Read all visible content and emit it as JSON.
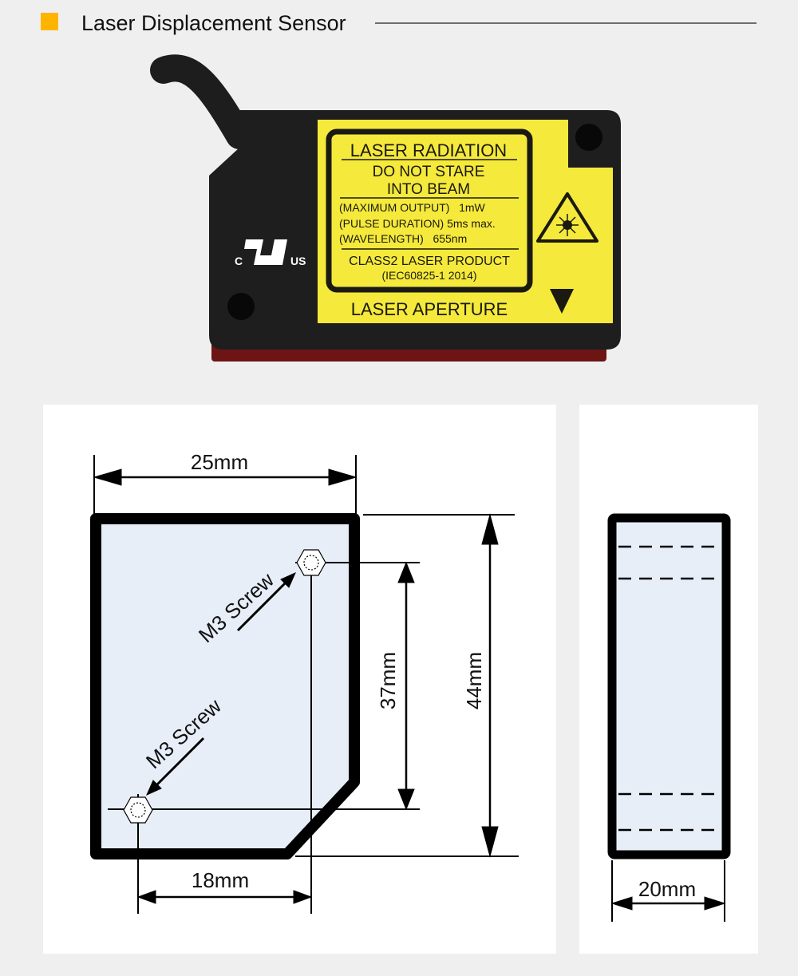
{
  "header": {
    "title": "Laser Displacement Sensor",
    "accent_color": "#ffb400"
  },
  "sensor_label": {
    "heading": "LASER RADIATION",
    "warning_line1": "DO NOT STARE",
    "warning_line2": "INTO BEAM",
    "spec1": "(MAXIMUM OUTPUT)   1mW",
    "spec2": "(PULSE DURATION) 5ms max.",
    "spec3": "(WAVELENGTH)   655nm",
    "class": "CLASS2 LASER PRODUCT",
    "standard": "(IEC60825-1 2014)",
    "aperture": "LASER APERTURE",
    "cert_c": "C",
    "cert_us": "US",
    "label_color": "#f5e93c"
  },
  "front_view": {
    "width": "25mm",
    "height": "44mm",
    "hole_spacing_v": "37mm",
    "hole_spacing_h": "18mm",
    "screw_label_top": "M3 Screw",
    "screw_label_bottom": "M3 Screw"
  },
  "side_view": {
    "depth": "20mm"
  }
}
